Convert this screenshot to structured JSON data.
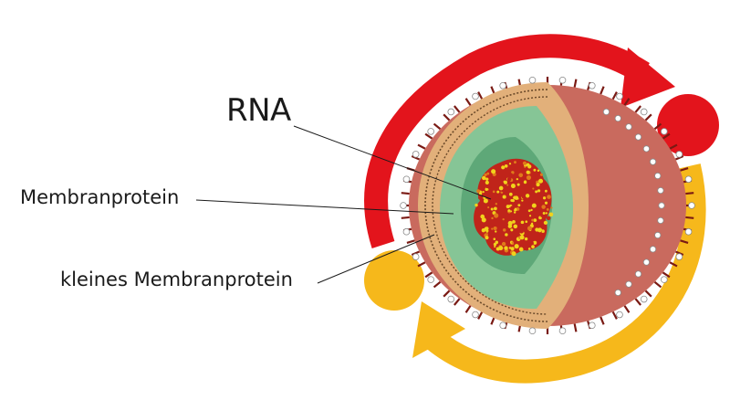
{
  "labels": {
    "rna": "RNA",
    "membranprotein": "Membranprotein",
    "kleines_membranprotein": "kleines Membranprotein"
  },
  "colors": {
    "arrow_red": "#e3141c",
    "arrow_yellow": "#f6b81b",
    "outer_surface": "#c96a5e",
    "spike_dark": "#7a1a14",
    "membrane_tan": "#e2b07a",
    "membrane_line": "#6b4a2a",
    "light_green": "#86c596",
    "mid_green": "#5ea878",
    "core_orange": "#e07b1a",
    "core_red": "#c0241a",
    "core_yellow": "#f1d21c"
  }
}
